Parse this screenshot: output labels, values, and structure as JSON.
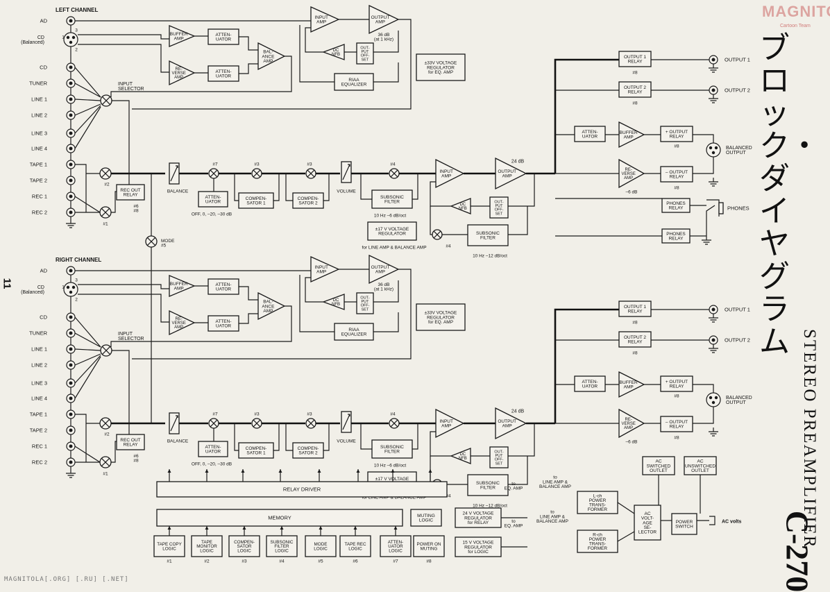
{
  "page_number": "11",
  "watermark_top": "MAGNITOLA",
  "watermark_sub": "Cartoon Team",
  "footer": "MAGNITOLA[.ORG] [.RU] [.NET]",
  "side_title": {
    "jp": "ブロック・ダイヤグラム",
    "en": "STEREO PREAMPLIFIER",
    "model": "C-270"
  },
  "channels": {
    "left": "LEFT CHANNEL",
    "right": "RIGHT CHANNEL"
  },
  "inputs": [
    "AD",
    "CD",
    "CD\n(Balanced)",
    "CD",
    "TUNER",
    "LINE 1",
    "LINE 2",
    "LINE 3",
    "LINE 4",
    "TAPE 1",
    "TAPE 2",
    "REC 1",
    "REC 2"
  ],
  "blocks": {
    "buffer": "BUFFER\nAMP",
    "atten": "ATTEN-\nUATOR",
    "reverse": "RE-\nVERSE\nAMP",
    "balance_amp": "BAL-\nANCE\nAMP",
    "input_amp": "INPUT\nAMP",
    "output_amp": "OUTPUT\nAMP",
    "eq_gain": "36 dB\n(at 1 kHz)",
    "dc_nfb": "DC\nNFB",
    "offset": "OUT-\nPUT\nOFF-\nSET",
    "riaa": "RIAA\nEQUALIZER",
    "reg33": "±33V VOLTAGE\nREGULATOR\nfor EQ. AMP",
    "input_selector": "INPUT\nSELECTOR",
    "balance": "BALANCE",
    "rec_out_relay": "REC OUT\nRELAY",
    "rec_out_marks": "#6\n#8",
    "atten_offs": "OFF, 0, –20, –30 dB",
    "comp1": "COMPEN-\nSATOR 1",
    "comp2": "COMPEN-\nSATOR 2",
    "volume": "VOLUME",
    "subsonic": "SUBSONIC\nFILTER",
    "subsonic_6": "10 Hz –6 dB/oct",
    "subsonic_12": "10 Hz –12 dB/oct",
    "reg17": "±17 V VOLTAGE\nREGULATOR",
    "reg17_for": "for LINE AMP & BALANCE AMP",
    "line_gain": "24 dB",
    "output1_relay": "OUTPUT 1\nRELAY",
    "output2_relay": "OUTPUT 2\nRELAY",
    "plus_output_relay": "+ OUTPUT\nRELAY",
    "minus_output_relay": "– OUTPUT\nRELAY",
    "phones_relay": "PHONES\nRELAY",
    "minus6": "–6 dB",
    "mode": "MODE\n#5"
  },
  "outputs": {
    "output1": "OUTPUT 1",
    "output2": "OUTPUT 2",
    "balanced": "BALANCED\nOUTPUT",
    "phones": "PHONES"
  },
  "marks": {
    "m1": "#1",
    "m2": "#2",
    "m3": "#3",
    "m4": "#4",
    "m5": "#5",
    "m6": "#6",
    "m7": "#7",
    "m8": "#8"
  },
  "control": {
    "relay_driver": "RELAY DRIVER",
    "memory": "MEMORY",
    "logic": [
      {
        "label": "TAPE COPY\nLOGIC",
        "mark": "#1"
      },
      {
        "label": "TAPE\nMONITOR\nLOGIC",
        "mark": "#2"
      },
      {
        "label": "COMPEN-\nSATOR\nLOGIC",
        "mark": "#3"
      },
      {
        "label": "SUBSONIC\nFILTER\nLOGIC",
        "mark": "#4"
      },
      {
        "label": "MODE\nLOGIC",
        "mark": "#5"
      },
      {
        "label": "TAPE REC\nLOGIC",
        "mark": "#6"
      },
      {
        "label": "ATTEN-\nUATOR\nLOGIC",
        "mark": "#7"
      },
      {
        "label": "POWER ON\nMUTING",
        "mark": "#8"
      }
    ],
    "muting_logic": "MUTING\nLOGIC",
    "reg24": "24 V VOLTAGE\nREGULATOR\nfor RELAY",
    "reg15": "15 V VOLTAGE\nREGULATOR\nfor LOGIC",
    "to_eq": "to\nEQ. AMP",
    "to_line": "to\nLINE AMP &\nBALANCE AMP",
    "lch_trans": "L-ch\nPOWER\nTRANS-\nFORMER",
    "rch_trans": "R-ch\nPOWER\nTRANS-\nFORMER",
    "ac_selector": "AC\nVOLT-\nAGE\nSE-\nLECTOR",
    "ac_switched": "AC\nSWITCHED\nOUTLET",
    "ac_unswitched": "AC\nUNSWITCHED\nOUTLET",
    "power_switch": "POWER\nSWITCH",
    "ac_volts": "AC volts"
  }
}
